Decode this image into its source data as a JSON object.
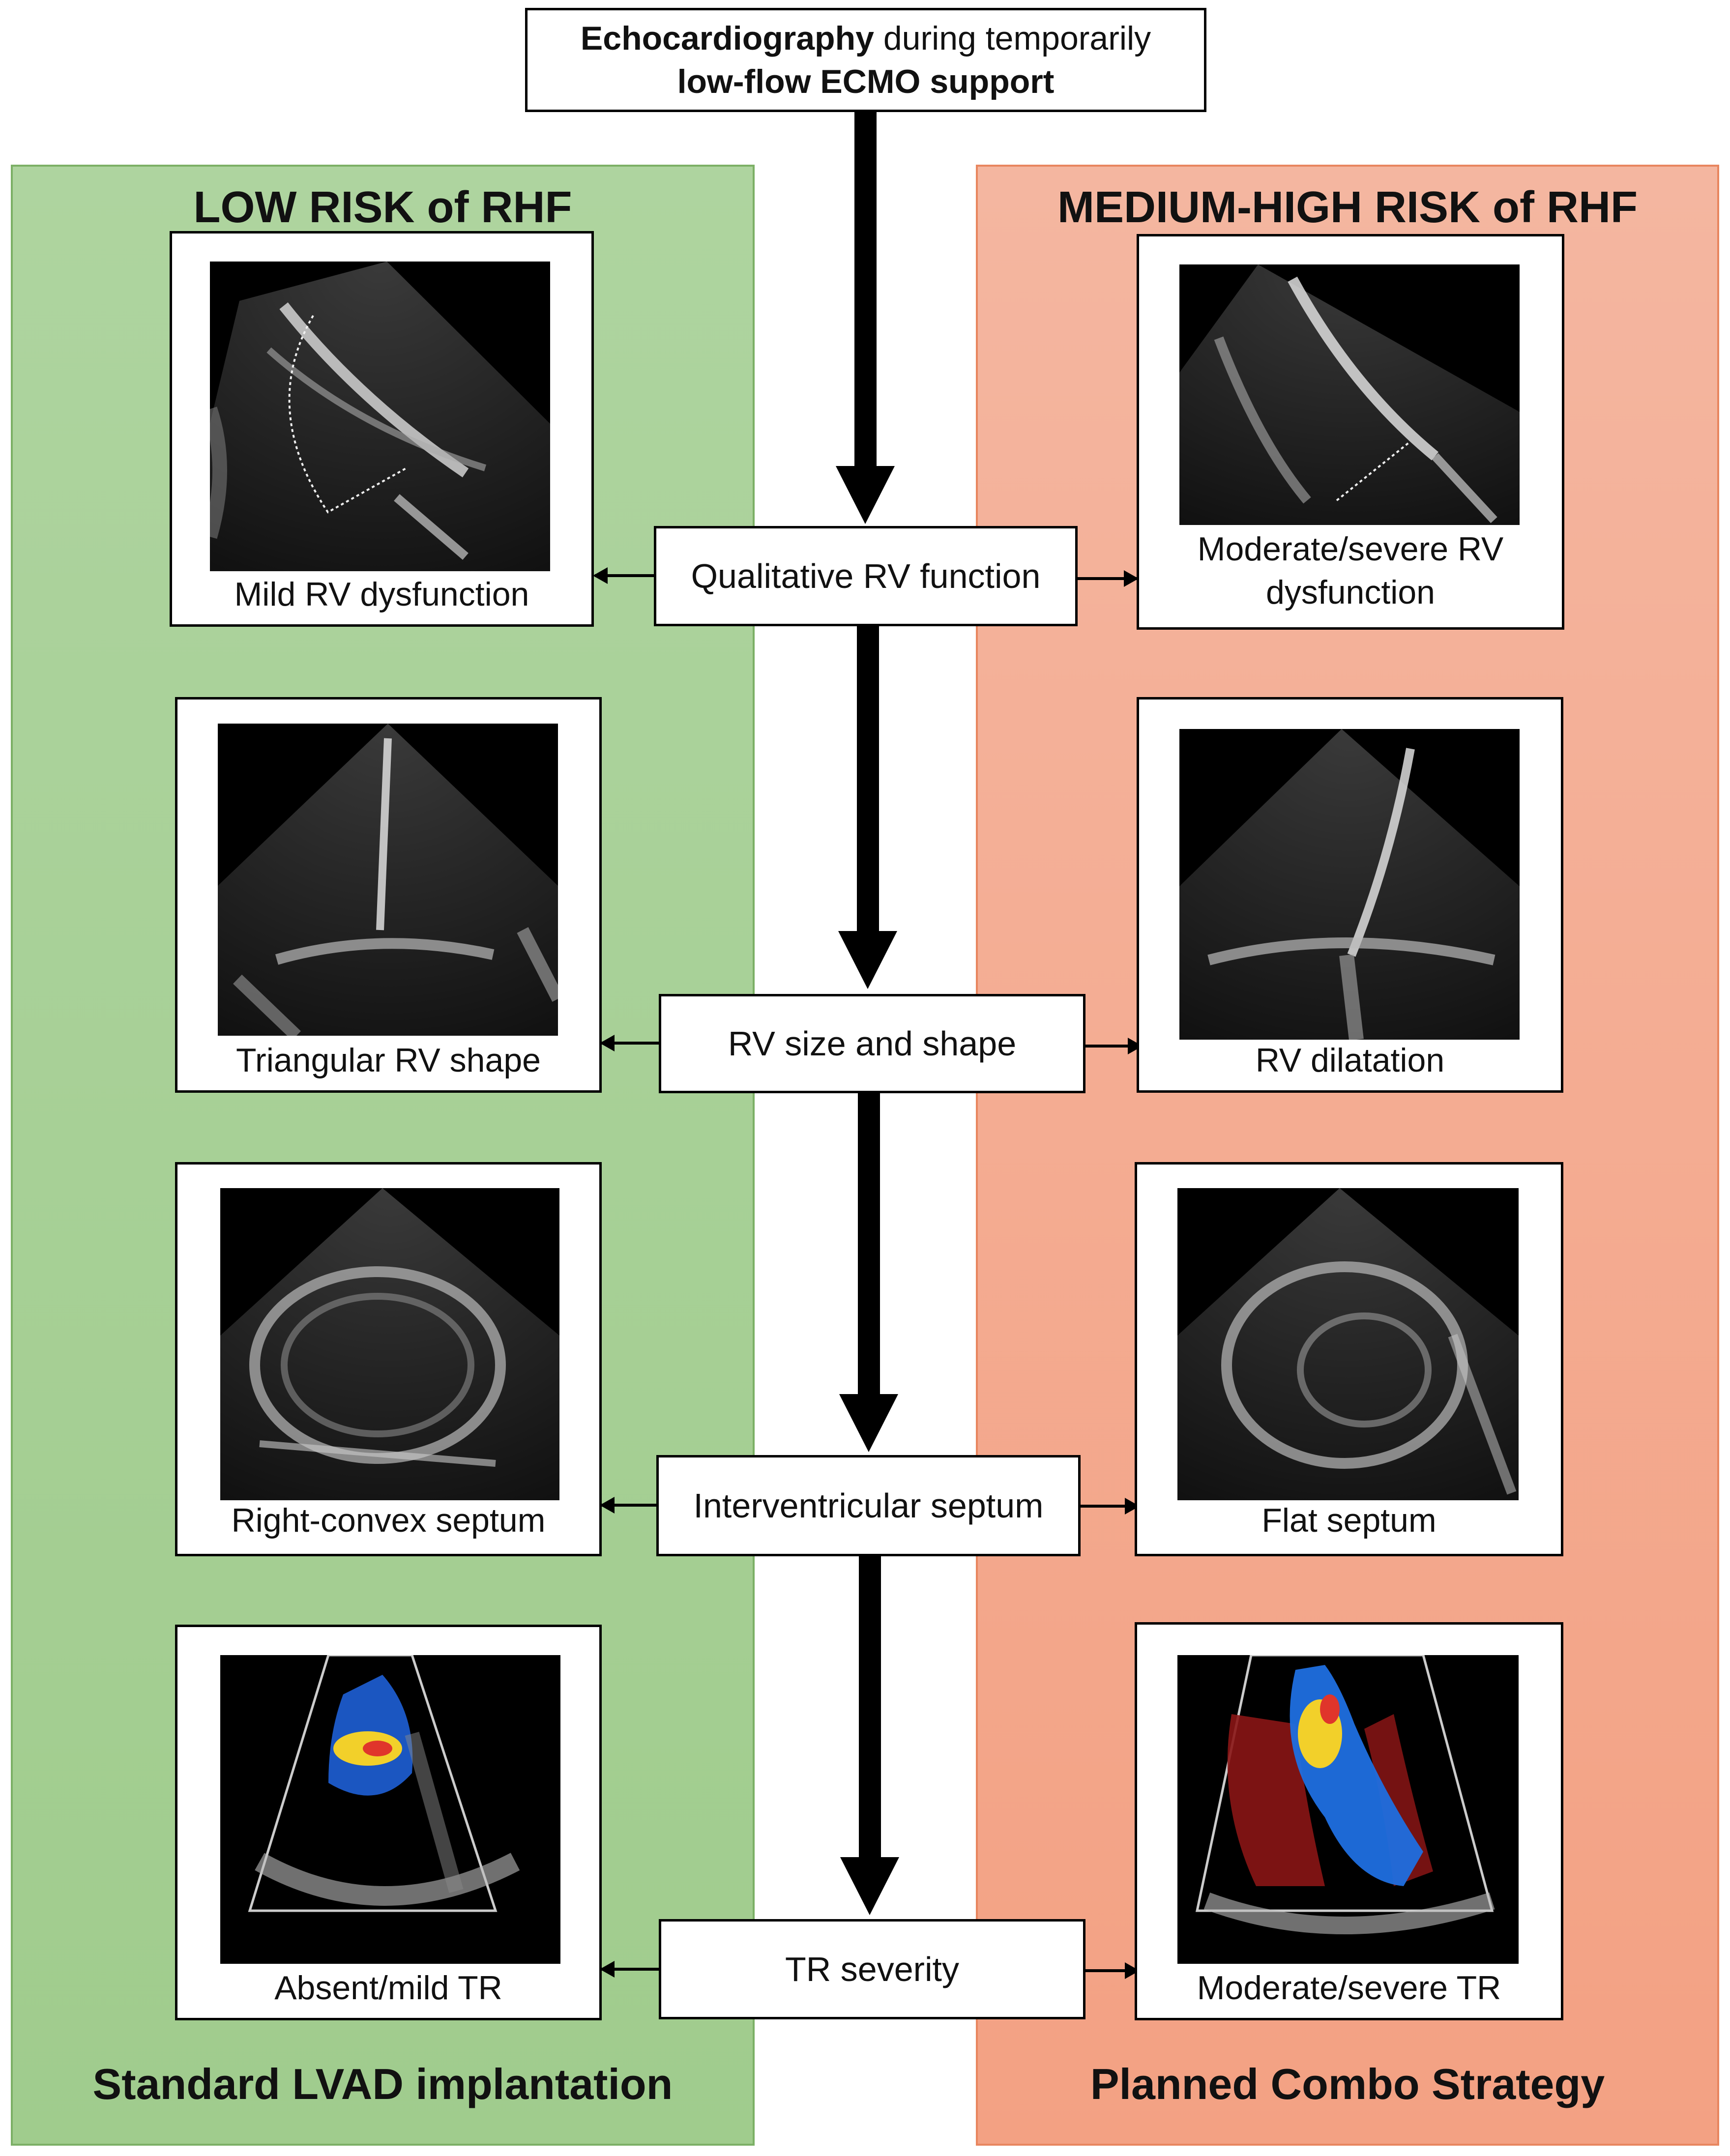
{
  "top": {
    "line1_bold": "Echocardiography",
    "line1_rest": " during temporarily",
    "line2": "low-flow ECMO support"
  },
  "left_panel": {
    "title": "LOW RISK of RHF",
    "footer": "Standard LVAD implantation",
    "color": "#a6d094"
  },
  "right_panel": {
    "title": "MEDIUM-HIGH RISK of RHF",
    "footer": "Planned Combo Strategy",
    "color": "#f3a98c"
  },
  "steps": [
    {
      "label": "Qualitative  RV function",
      "left_caption": "Mild  RV dysfunction",
      "right_caption": "Moderate/severe RV dysfunction"
    },
    {
      "label": "RV size and shape",
      "left_caption": "Triangular  RV shape",
      "right_caption": "RV dilatation"
    },
    {
      "label": "Interventricular  septum",
      "left_caption": "Right-convex  septum",
      "right_caption": "Flat septum"
    },
    {
      "label": "TR severity",
      "left_caption": "Absent/mild TR",
      "right_caption": "Moderate/severe  TR"
    }
  ]
}
